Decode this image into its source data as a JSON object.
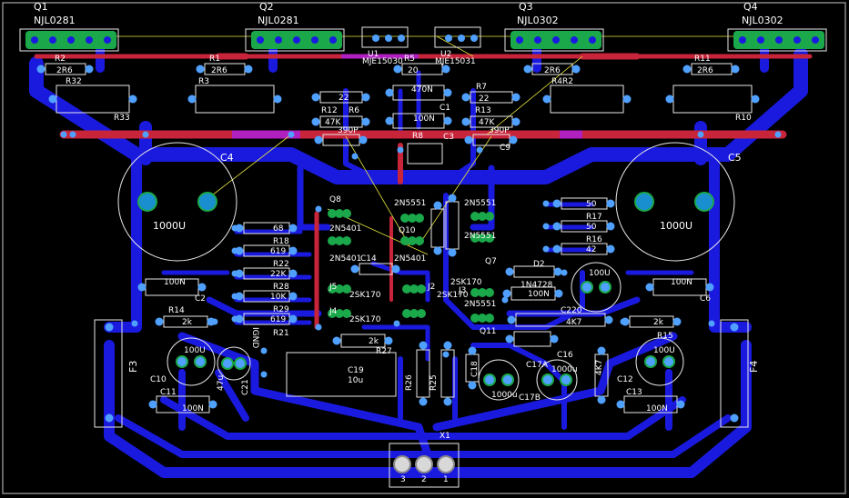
{
  "labels": {
    "q1": "Q1",
    "q1_part": "NJL0281",
    "q2": "Q2",
    "q2_part": "NJL0281",
    "q3": "Q3",
    "q3_part": "NJL0302",
    "q4": "Q4",
    "q4_part": "NJL0302",
    "u1": "MJE15030",
    "u2": "MJE15031",
    "u1_ref": "U1",
    "u2_ref": "U2",
    "r2_ref": "R2",
    "r2_val": "2R6",
    "r1_ref": "R1",
    "r1_val": "2R6",
    "r5_ref": "R5",
    "r5_val": "20",
    "r6a_val": "2R6",
    "r11_ref": "R11",
    "r11_val": "2R6",
    "r32": "R32",
    "r3": "R3",
    "r33": "R33",
    "r4": "R4R2",
    "r10": "R10",
    "r12": "R12",
    "r12_val": "47K",
    "r6": "R6",
    "r6_val": "22",
    "c_470": "470N",
    "c1": "C1",
    "r7": "R7",
    "r7_val": "22",
    "r13": "R13",
    "r13_val": "47K",
    "c_100n": "100N",
    "c3": "C3",
    "c_390a": "390P",
    "c_390b": "390P",
    "c9": "C9",
    "r8": "R8",
    "c4": "C4",
    "c4_val": "1000U",
    "c5": "C5",
    "c5_val": "1000U",
    "q8": "Q8",
    "q_2n5551a": "2N5551",
    "q_2n5551b": "2N5551",
    "q_2n5401a": "2N5401",
    "q_2n5401b": "2N5401",
    "q_2n5401c": "2N5401",
    "q_2n5551c": "2N5551",
    "q_2n5551d": "2N5551",
    "q10": "Q10",
    "q7": "Q7",
    "q11": "Q11",
    "r_68": "68",
    "r18": "R18",
    "r_619": "619",
    "r22": "R22",
    "r_22k": "22K",
    "r28": "R28",
    "r_10k": "10K",
    "r29": "R29",
    "r_619b": "619",
    "r21": "R21",
    "r_50": "50",
    "r17": "R17",
    "r_50b": "50",
    "r16": "R16",
    "r_42": "42",
    "c14": "C14",
    "c2": "C2",
    "c2_val": "100N",
    "c6": "C6",
    "c6_val": "100N",
    "d2": "D2",
    "d_1n4728": "1N4728",
    "c_100u_r": "100U",
    "r14": "R14",
    "r14_val": "2k",
    "r15": "R15",
    "r15_val": "2k",
    "j5": "J5",
    "j4": "J4",
    "j2": "J2",
    "j3": "J3",
    "j_2sk170a": "2SK170",
    "j_2sk170b": "2SK170",
    "j_2sk170c": "2SK170",
    "j_2sk170d": "2SK170",
    "c220": "C220",
    "r_4k7": "4K7",
    "c10": "C10",
    "c10_val": "100U",
    "c11": "C11",
    "c11_val": "100N",
    "c12": "C12",
    "c12_val": "100U",
    "c13": "C13",
    "c13_val": "100N",
    "c21": "C21",
    "c21_val": "47u",
    "c19": "C19",
    "c19_val": "10u",
    "r27": "R27",
    "r27_val": "2k",
    "r26": "R26",
    "r25": "R25",
    "c18": "C18",
    "c17a": "C17A",
    "c17a_val": "1000u",
    "c17b": "C17B",
    "c17b_val": "1000u",
    "c16": "C16",
    "r_4k7b": "4K7",
    "c_100n_mid": "100N",
    "f3": "F3",
    "f4": "F4",
    "x1": "X1",
    "pin1": "1",
    "pin2": "2",
    "pin3": "3",
    "gnd": "IGND"
  },
  "colors": {
    "background": "#000000",
    "bottom_copper": "#1a1adf",
    "top_copper": "#c8243a",
    "pad": "#1aa84a",
    "silk": "#e8e8e8",
    "via": "#4fa0ff",
    "airwire": "#e6e640",
    "overlap": "#c020c0"
  }
}
